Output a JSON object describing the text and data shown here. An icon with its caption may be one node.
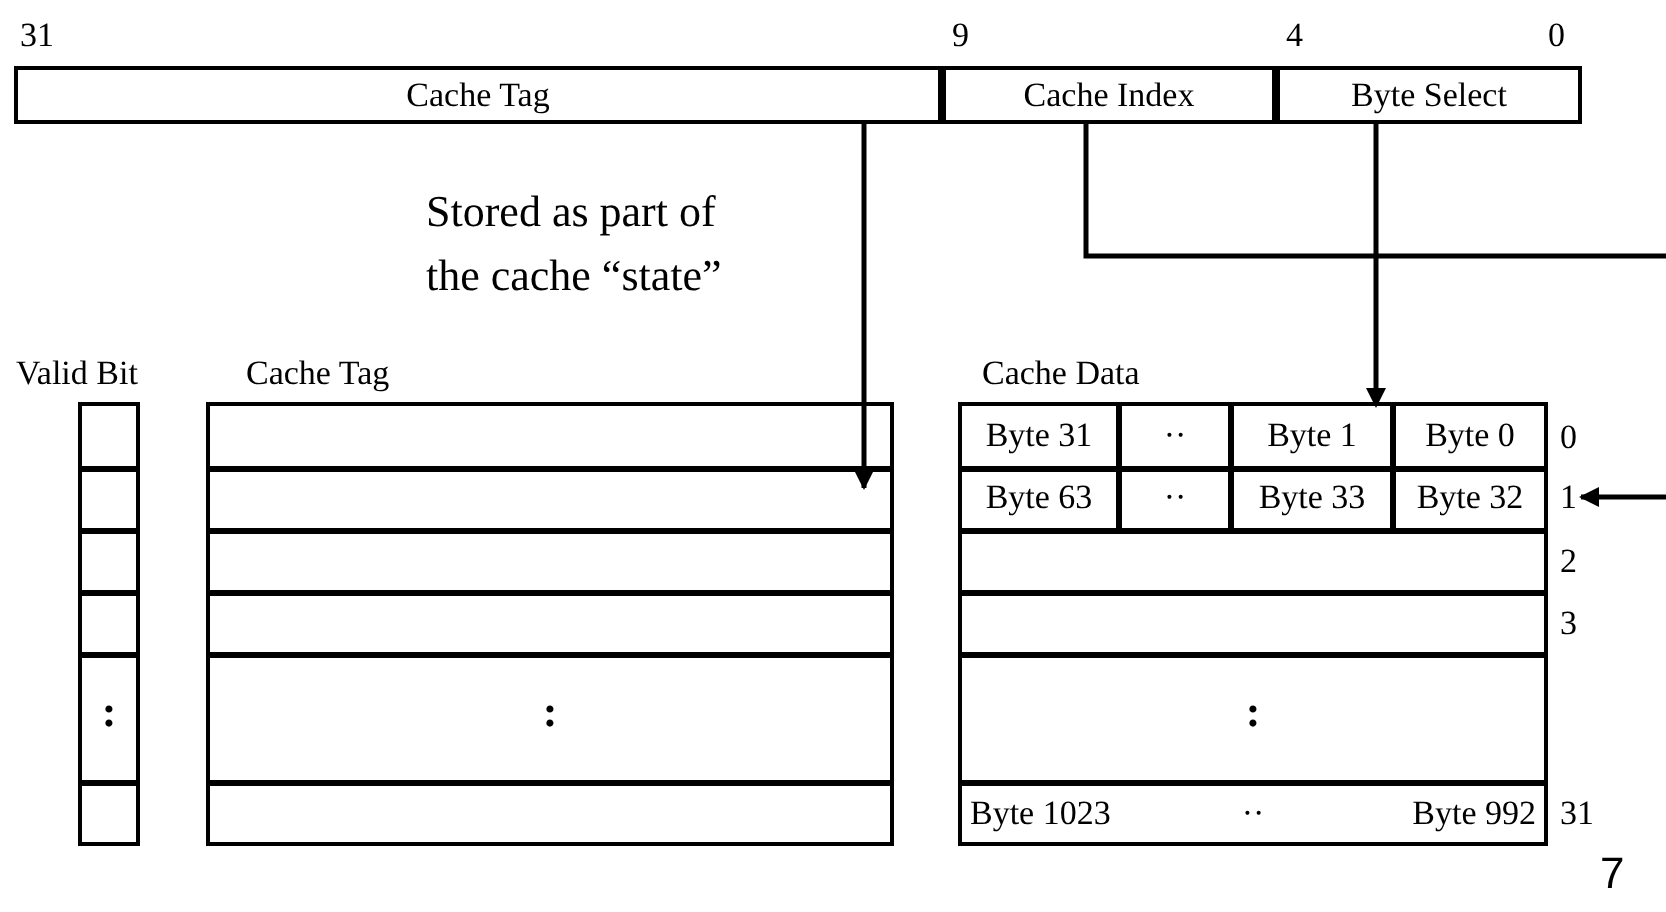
{
  "diagram": {
    "nodes": [
      {
        "text": [
          "Cache Tag"
        ]
      },
      {
        "text": [
          "Cache Index"
        ]
      },
      {
        "text": [
          "Byte Select"
        ]
      },
      {
        "text": [
          "Valid Bit",
          ":"
        ]
      },
      {
        "text": [
          "Cache Tag",
          ":"
        ]
      },
      {
        "text": [
          "Cache Data",
          ":"
        ]
      },
      {
        "text": [
          "Byte 31"
        ],
        "in": 5
      },
      {
        "text": [
          "··"
        ],
        "in": 5
      },
      {
        "text": [
          "Byte 1"
        ],
        "in": 5
      },
      {
        "text": [
          "Byte 0"
        ],
        "in": 5
      },
      {
        "text": [
          "Byte 63"
        ],
        "in": 5
      },
      {
        "text": [
          "··"
        ],
        "in": 5
      },
      {
        "text": [
          "Byte 33"
        ],
        "in": 5
      },
      {
        "text": [
          "Byte 32"
        ],
        "in": 5
      },
      {
        "text": [
          "Byte 1023",
          "··",
          "Byte 992"
        ],
        "in": 5,
        "beside": [
          "31"
        ]
      },
      {
        "text": [
          "1"
        ]
      }
    ],
    "edges": [
      {
        "from": 0,
        "to": 4,
        "arrow": "to"
      },
      {
        "from": 2,
        "to": 8,
        "arrow": "to"
      },
      {
        "from": 1,
        "to": null,
        "arrow": "none"
      },
      {
        "from": null,
        "to": 15,
        "arrow": "to"
      }
    ],
    "labels": [
      "31",
      "9",
      "4",
      "0",
      "Stored as part of the cache “state”",
      "0",
      "2",
      "3",
      "7"
    ]
  }
}
